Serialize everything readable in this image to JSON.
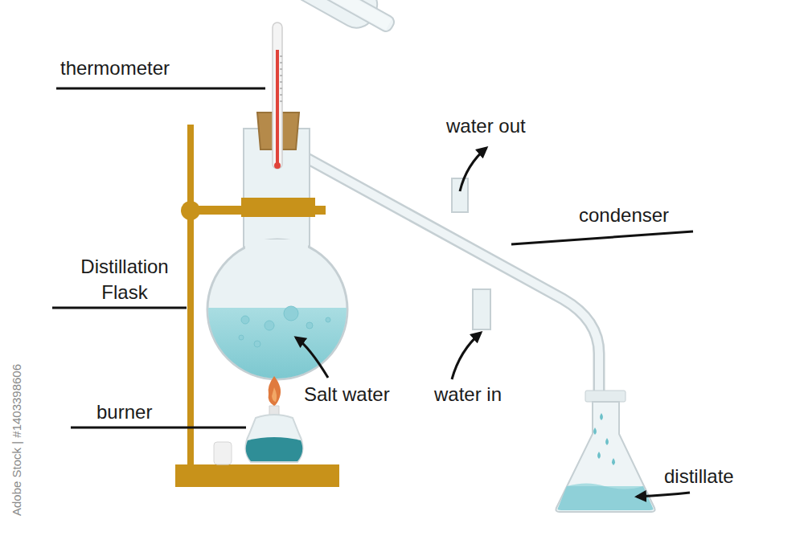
{
  "diagram": {
    "labels": [
      "thermometer",
      "water out",
      "condenser",
      "Distillation Flask",
      "Salt water",
      "water in",
      "burner",
      "distillate",
      "Adobe Stock | #1403398606"
    ]
  }
}
